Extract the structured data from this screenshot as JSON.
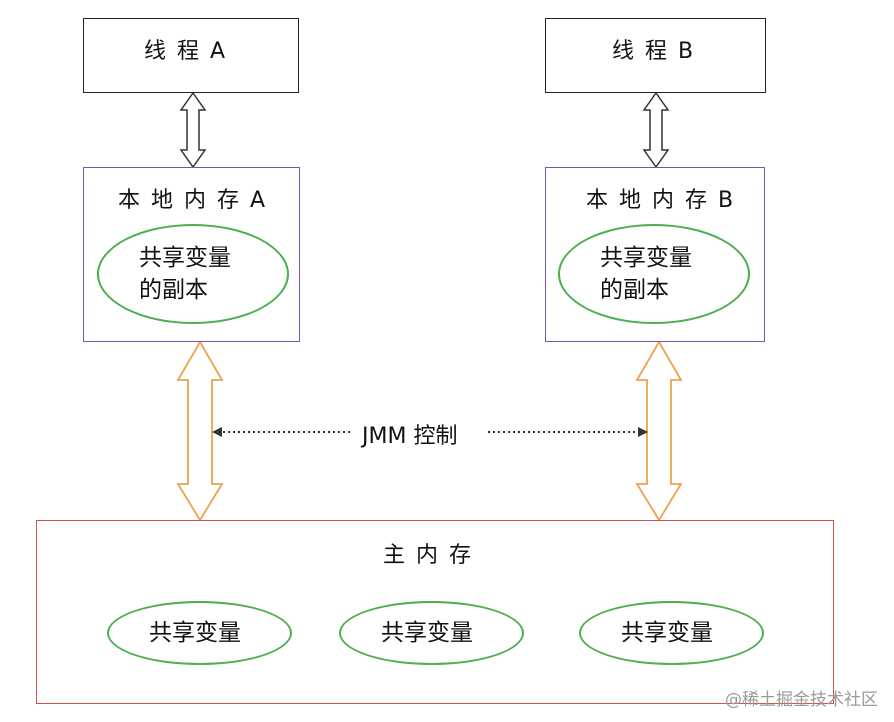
{
  "thread_a": {
    "title": "线 程 A"
  },
  "thread_b": {
    "title": "线 程 B"
  },
  "local_a": {
    "title": "本 地 内 存 A",
    "copy_line1": "共享变量",
    "copy_line2": "的副本"
  },
  "local_b": {
    "title": "本 地 内 存 B",
    "copy_line1": "共享变量",
    "copy_line2": "的副本"
  },
  "jmm_label": "JMM 控制",
  "main_memory": {
    "title": "主 内 存",
    "variables": [
      "共享变量",
      "共享变量",
      "共享变量"
    ]
  },
  "watermark": "@稀土掘金技术社区",
  "colors": {
    "thread_border": "#222222",
    "local_border": "#6a5aa8",
    "main_border": "#cc5550",
    "ellipse_border": "#4caf50",
    "orange_arrow": "#f0a050"
  }
}
